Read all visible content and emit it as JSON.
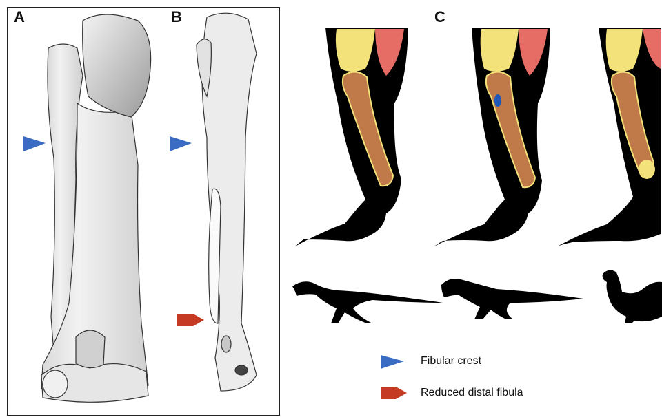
{
  "panels": {
    "a": "A",
    "b": "B",
    "c": "C"
  },
  "legend": {
    "fibular_crest": "Fibular crest",
    "reduced_distal_fibula": "Reduced distal fibula"
  },
  "colors": {
    "fibular_crest_marker": "#3a6cc4",
    "reduced_distal_fibula_marker": "#c43a22",
    "bone_tibia": "#c07a4a",
    "bone_femur": "#f3e27a",
    "muscle": "#e56d66",
    "silhouette": "#000000",
    "fibula_highlight": "#1f58b8"
  },
  "icons": [
    "fibular-crest-triangle-icon",
    "reduced-distal-fibula-pentagon-icon",
    "coelophysis-silhouette-icon",
    "allosaurus-silhouette-icon",
    "rooster-silhouette-icon"
  ]
}
